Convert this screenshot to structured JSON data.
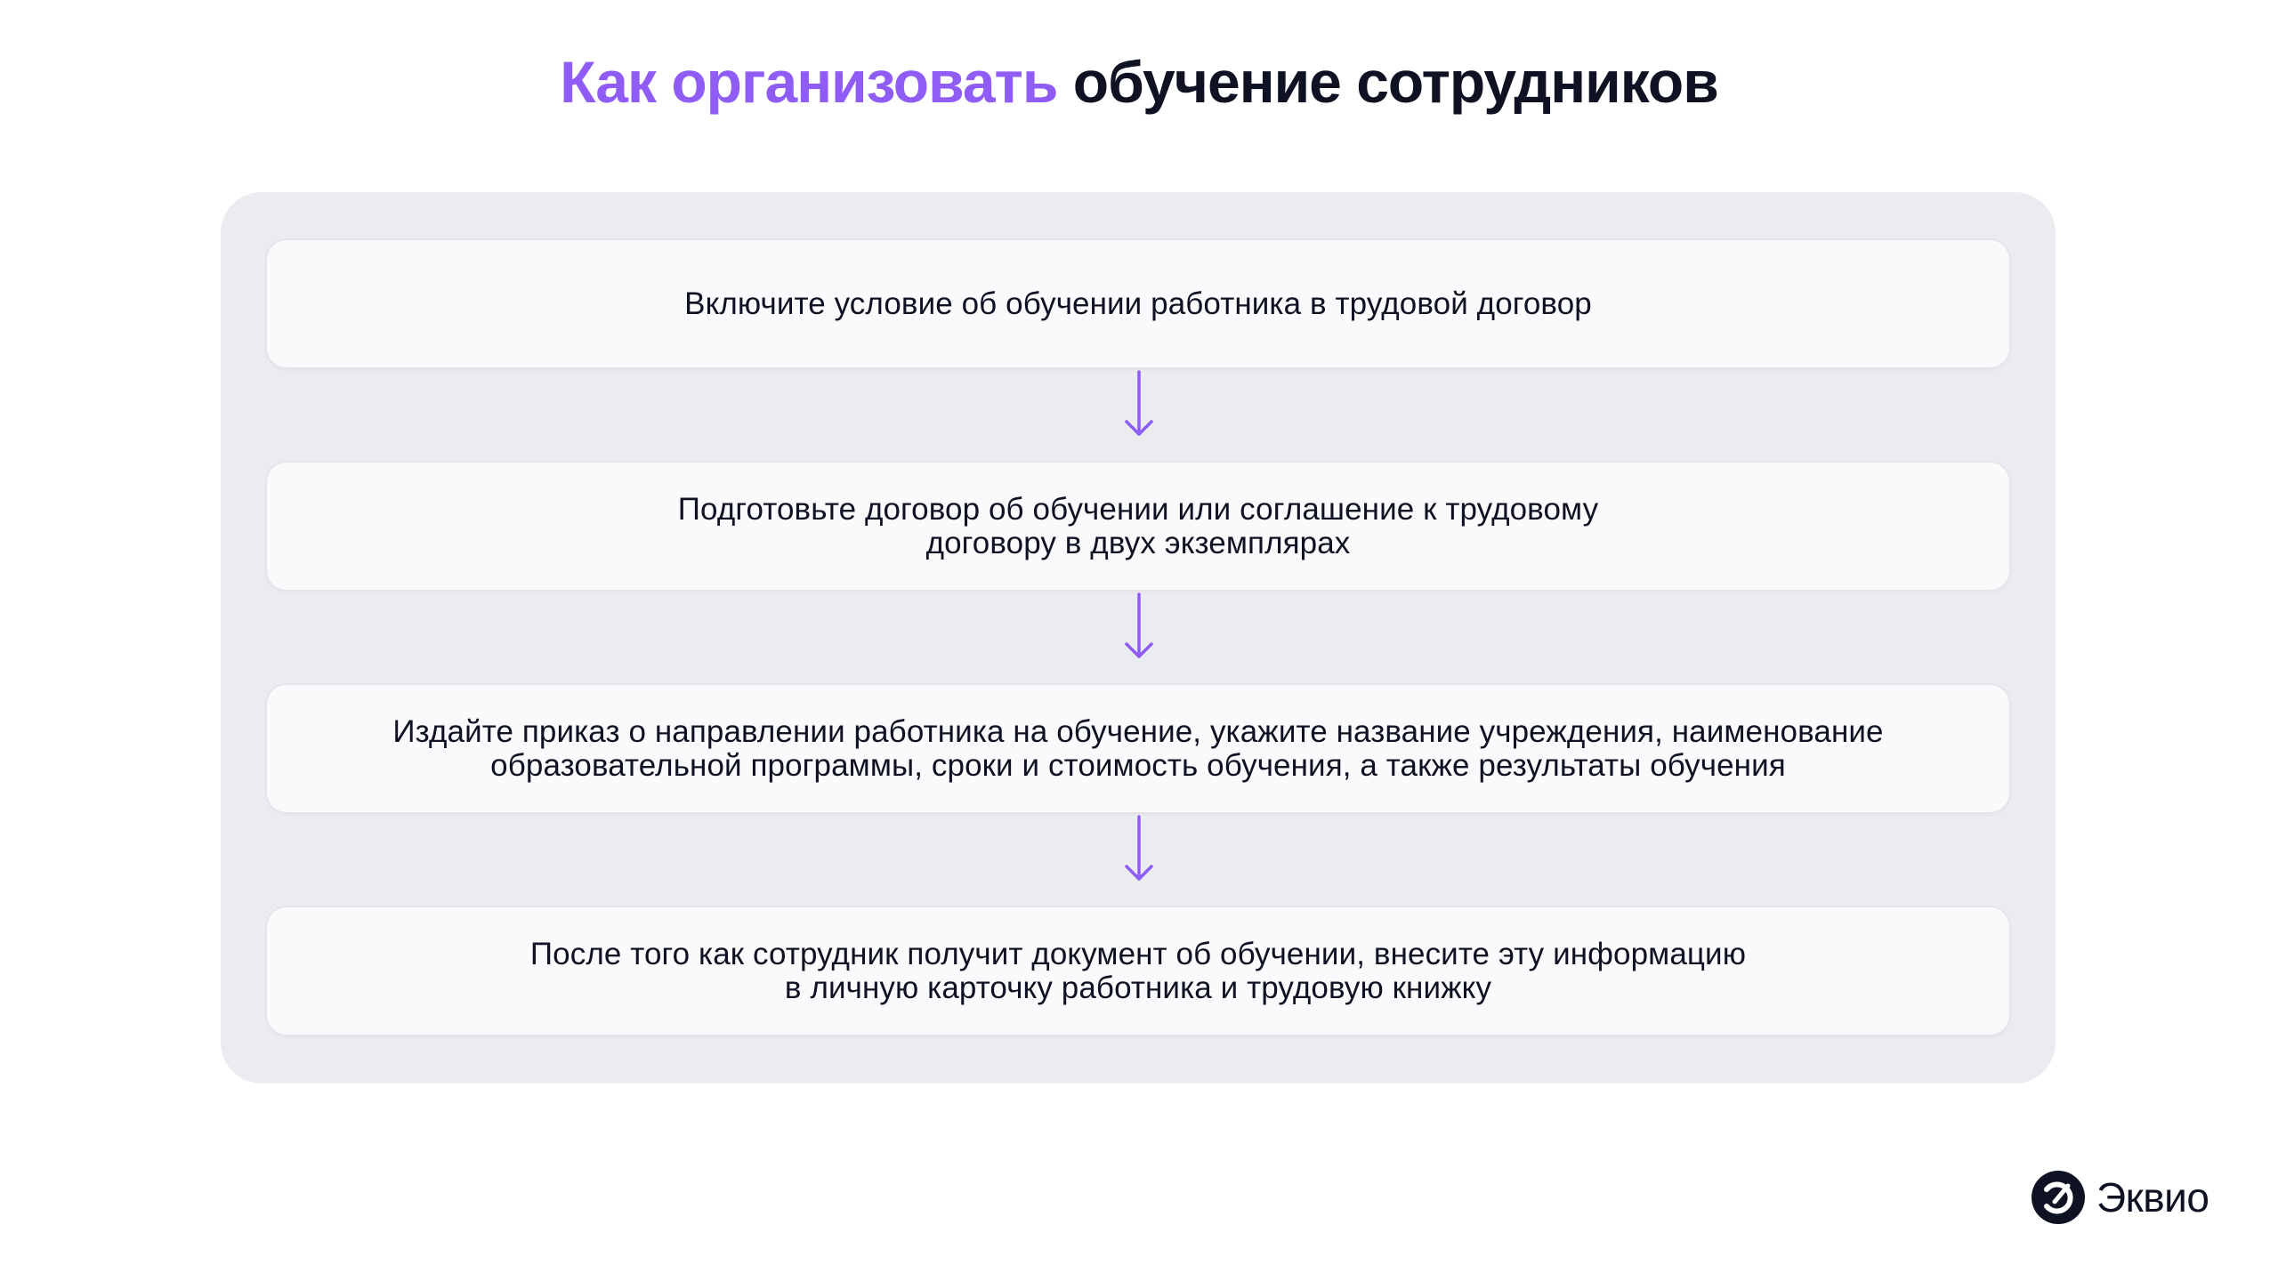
{
  "title": {
    "accent": "Как организовать",
    "rest": "обучение сотрудников"
  },
  "colors": {
    "accent": "#8f5cf6",
    "text": "#0f1222",
    "panel": "#ebecf0",
    "card": "#fafafc"
  },
  "steps": [
    {
      "lines": [
        "Включите условие об обучении работника в трудовой договор"
      ]
    },
    {
      "lines": [
        "Подготовьте договор об обучении или соглашение к трудовому",
        "договору в двух экземплярах"
      ]
    },
    {
      "lines": [
        "Издайте приказ о направлении работника на обучение, укажите название учреждения, наименование",
        "образовательной программы, сроки и стоимость обучения, а также результаты обучения"
      ]
    },
    {
      "lines": [
        "После того как сотрудник получит документ об обучении, внесите эту информацию",
        "в личную карточку работника и трудовую книжку"
      ]
    }
  ],
  "arrows": [
    {
      "icon": "arrow-down-icon"
    },
    {
      "icon": "arrow-down-icon"
    },
    {
      "icon": "arrow-down-icon"
    }
  ],
  "logo": {
    "icon": "ekvio-logo-icon",
    "name": "Эквио"
  }
}
